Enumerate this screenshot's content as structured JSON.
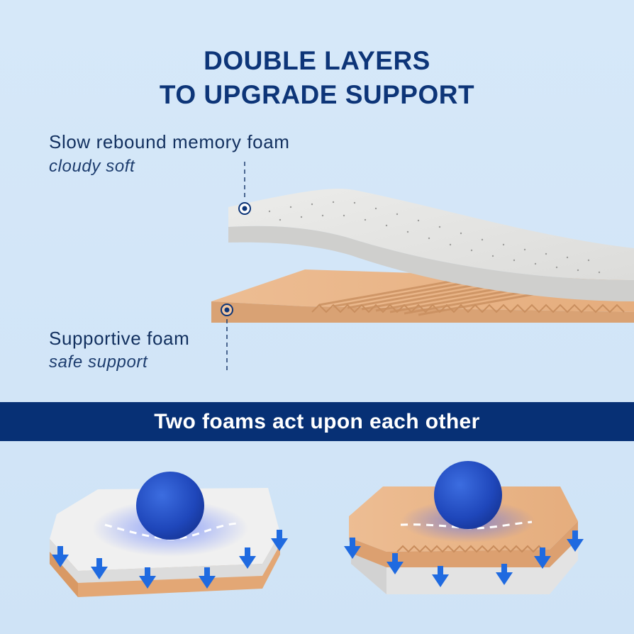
{
  "heading": {
    "line1": "DOUBLE LAYERS",
    "line2": "TO UPGRADE SUPPORT"
  },
  "top_layer": {
    "label": "Slow rebound memory foam",
    "sub": "cloudy soft"
  },
  "bottom_layer": {
    "label": "Supportive foam",
    "sub": "safe support"
  },
  "banner": {
    "text": "Two foams act upon each other"
  },
  "colors": {
    "navy": "#0d3578",
    "banner": "#073075",
    "memory_foam": "#e6e6e4",
    "support_foam": "#e8b488",
    "ball": "#1f4fc6",
    "arrow": "#1f6ae0"
  }
}
